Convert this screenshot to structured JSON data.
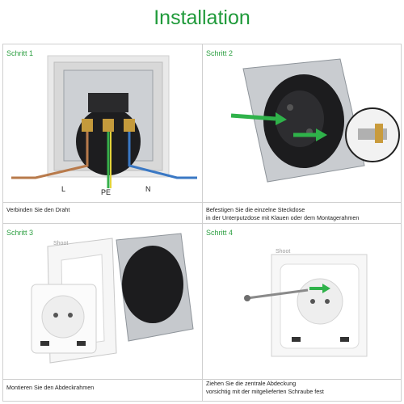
{
  "header": {
    "title": "Installation"
  },
  "steps": [
    {
      "label": "Schritt 1",
      "caption_lines": [
        "Verbinden Sie den Draht"
      ],
      "wire_labels": {
        "l": "L",
        "pe": "PE",
        "n": "N"
      }
    },
    {
      "label": "Schritt 2",
      "caption_lines": [
        "Befestigen Sie die einzelne Steckdose",
        "in der Unterputzdose mit Klauen oder dem Montagerahmen"
      ]
    },
    {
      "label": "Schritt 3",
      "caption_lines": [
        "Montieren Sie den Abdeckrahmen"
      ],
      "brand": "Shoot"
    },
    {
      "label": "Schritt 4",
      "caption_lines": [
        "Ziehen Sie die zentrale Abdeckung",
        "vorsichtig mit der mitgelieferten Schraube fest"
      ],
      "brand": "Shoot"
    }
  ],
  "colors": {
    "title": "#1f9a3a",
    "wire_brown": "#b87a4b",
    "wire_blue": "#3a78c4",
    "wire_green": "#36b04a",
    "wire_yellow": "#e3d43a",
    "arrow_green": "#2fb24a"
  }
}
